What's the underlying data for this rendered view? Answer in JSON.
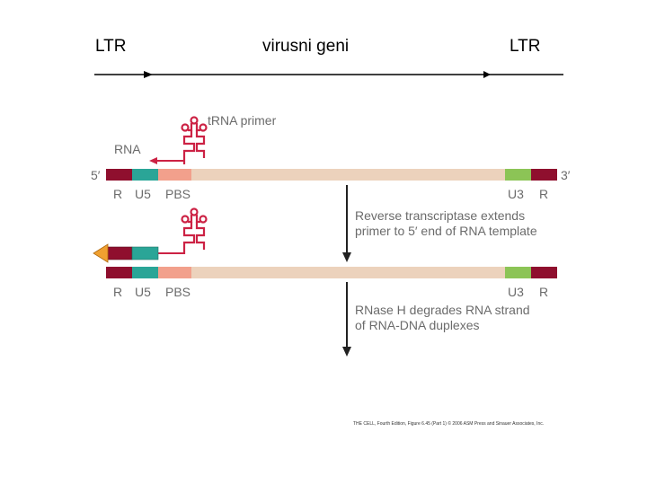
{
  "header": {
    "ltr_left": "LTR",
    "virus_genes": "virusni geni",
    "ltr_right": "LTR"
  },
  "labels": {
    "trna_primer": "tRNA primer",
    "rna": "RNA",
    "five_prime": "5′",
    "three_prime": "3′",
    "r": "R",
    "u5": "U5",
    "pbs": "PBS",
    "u3": "U3"
  },
  "steps": {
    "step1_line1": "Reverse transcriptase extends",
    "step1_line2": "primer to 5′ end of RNA template",
    "step2_line1": "RNase H degrades RNA strand",
    "step2_line2": "of RNA-DNA duplexes"
  },
  "credit": "THE CELL, Fourth Edition, Figure 6.45 (Part 1)  © 2006 ASM Press and Sinauer Associates, Inc.",
  "colors": {
    "r": "#8f0f2e",
    "u5": "#2aa597",
    "pbs": "#f2a08c",
    "body": "#ecd2bc",
    "u3": "#8cc456",
    "trna": "#cc2244",
    "arrow": "#222222",
    "new_dna": "#f0a030"
  }
}
